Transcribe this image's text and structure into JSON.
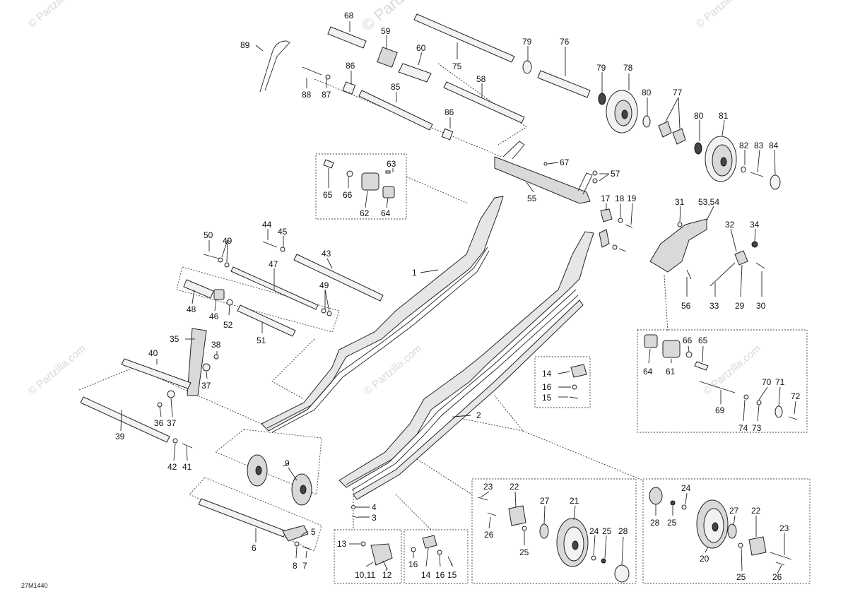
{
  "diagram": {
    "drawing_code": "27M1440",
    "watermark_text": "© Partzilla.com",
    "callouts": [
      "89",
      "68",
      "59",
      "60",
      "75",
      "79",
      "76",
      "88",
      "87",
      "86",
      "85",
      "58",
      "79",
      "78",
      "80",
      "77",
      "80",
      "81",
      "82",
      "83",
      "84",
      "86",
      "67",
      "57",
      "55",
      "63",
      "65",
      "66",
      "62",
      "64",
      "17",
      "18",
      "19",
      "31",
      "53,54",
      "32",
      "34",
      "50",
      "49",
      "44",
      "45",
      "43",
      "47",
      "1",
      "49",
      "48",
      "46",
      "52",
      "51",
      "56",
      "33",
      "29",
      "30",
      "35",
      "38",
      "37",
      "40",
      "36",
      "37",
      "39",
      "42",
      "41",
      "2",
      "14",
      "16",
      "15",
      "64",
      "61",
      "66",
      "65",
      "70",
      "71",
      "72",
      "69",
      "74",
      "73",
      "9",
      "4",
      "3",
      "5",
      "6",
      "8",
      "7",
      "13",
      "10,11",
      "12",
      "16",
      "14",
      "16",
      "15",
      "23",
      "26",
      "22",
      "25",
      "27",
      "21",
      "24",
      "25",
      "28",
      "28",
      "25",
      "24",
      "20",
      "27",
      "22",
      "25",
      "26",
      "23"
    ]
  }
}
